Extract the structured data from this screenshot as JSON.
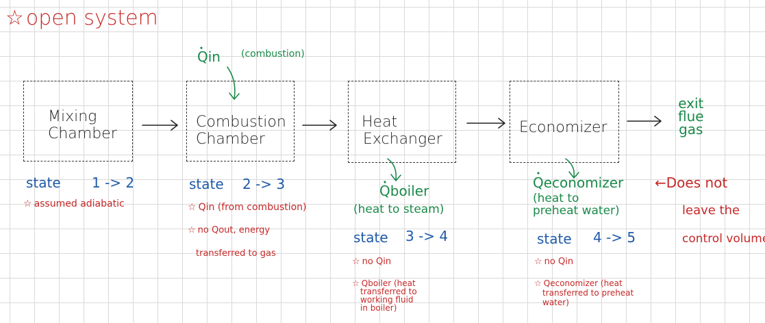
{
  "title": "open system",
  "title_icon": "star-icon",
  "boxes": [
    {
      "id": "mixing",
      "lines": [
        "Mixing",
        "Chamber"
      ]
    },
    {
      "id": "combustion",
      "lines": [
        "Combustion",
        "Chamber"
      ]
    },
    {
      "id": "heat_exchanger",
      "lines": [
        "Heat",
        "Exchanger"
      ]
    },
    {
      "id": "economizer",
      "lines": [
        "Economizer"
      ]
    }
  ],
  "exit": {
    "lines": [
      "exit",
      "flue",
      "gas"
    ]
  },
  "q_in_top": {
    "symbol": "Qin",
    "note": "(combustion)"
  },
  "q_boiler": {
    "symbol": "Qboiler",
    "note": "(heat to steam)"
  },
  "q_economizer": {
    "symbol": "Qeconomizer",
    "note_line1": "(heat to",
    "note_line2": "preheat water)"
  },
  "does_not_leave": {
    "line1": "Does not",
    "line2": "leave the",
    "line3": "control volume"
  },
  "states": [
    {
      "label": "state",
      "range": "1 -> 2",
      "notes": [
        "assumed adiabatic"
      ]
    },
    {
      "label": "state",
      "range": "2 -> 3",
      "notes": [
        "Qin (from combustion)",
        "no Qout, energy",
        "transferred to gas"
      ]
    },
    {
      "label": "state",
      "range": "3 -> 4",
      "notes": [
        "no Qin",
        "Qboiler (heat",
        "transferred to",
        "working fluid",
        "in boiler)"
      ]
    },
    {
      "label": "state",
      "range": "4 -> 5",
      "notes": [
        "no Qin",
        "Qeconomizer (heat",
        "transferred to preheat",
        "water)"
      ]
    }
  ],
  "colors": {
    "red": "#c62828",
    "blue": "#1e5aa8",
    "green": "#1a8a4a",
    "ink": "#222222",
    "grid": "#d9d9d9"
  }
}
